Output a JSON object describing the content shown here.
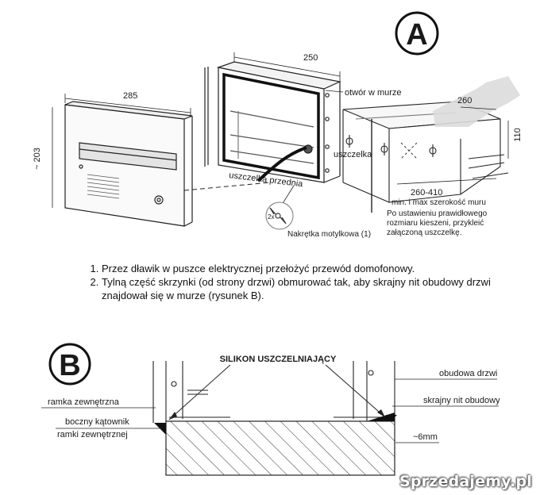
{
  "figure_a": {
    "badge": "A",
    "dim_250": "250",
    "dim_285": "285",
    "dim_203": "~ 203",
    "dim_260": "260",
    "dim_110": "110",
    "otwor": "otwór w murze",
    "uszczelka": "uszczelka",
    "uszczelka_przednia": "uszczelka przednia",
    "range": "260-410",
    "range_note": "min. i max szerokość muru",
    "adjust_note": [
      "Po ustawieniu prawidłowego",
      "rozmiaru kieszeni, przykleić",
      "załączoną uszczelkę."
    ],
    "nut_qty": "2x",
    "nakretka": "Nakrętka motylkowa (1)"
  },
  "instructions": [
    "Przez dławik w puszce elektrycznej przełożyć przewód domofonowy.",
    "Tylną część skrzynki (od strony drzwi) obmurować tak, aby skrajny nit obudowy drzwi znajdował się w murze (rysunek B)."
  ],
  "figure_b": {
    "badge": "B",
    "silikon": "SILIKON USZCZELNIAJĄCY",
    "obudowa": "obudowa drzwi",
    "ramka": "ramka zewnętrzna",
    "nit": "skrajny nit obudowy",
    "katownik": [
      "boczny kątownik",
      "ramki zewnętrznej"
    ],
    "mm": "~6mm"
  },
  "watermark": "Sprzedajemy.pl"
}
